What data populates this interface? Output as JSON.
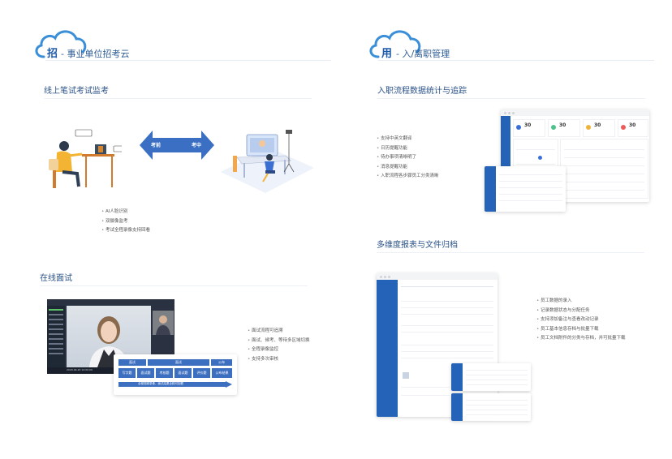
{
  "left_header": {
    "char": "招",
    "text": "- 事业单位招考云"
  },
  "right_header": {
    "char": "用",
    "text": "- 入/离职管理"
  },
  "exam_section": {
    "title": "线上笔试考试监考",
    "arrow_left": "考前",
    "arrow_right": "考中",
    "bullets": [
      "AI人脸识别",
      "双摄像监考",
      "考试全程录像支持回看"
    ]
  },
  "interview_section": {
    "title": "在线面试",
    "video_timestamp": "2020-04-20 14:00:09",
    "flow_top": [
      "面试",
      "面试",
      "公布"
    ],
    "flow_steps": [
      "写字题",
      "面试题",
      "考核题",
      "面试题",
      "评价题",
      "公布结果"
    ],
    "flow_caption": "全程视频录像，面试结果全程可回看",
    "bullets": [
      "面试流程可追溯",
      "面试、候考、等待多区域切换",
      "全程录像监控",
      "支持多次审核"
    ]
  },
  "onboarding_section": {
    "title": "入职流程数据统计与追踪",
    "bullets": [
      "支持中英文翻译",
      "日历提醒功能",
      "待办事项清晰明了",
      "消息提醒功能",
      "入职流程各步骤员工分类清晰"
    ],
    "stats": [
      "30",
      "30",
      "30",
      "30"
    ]
  },
  "report_section": {
    "title": "多维度报表与文件归档",
    "bullets": [
      "员工数据的录入",
      "记录数据状态与分配任务",
      "支持添加备注与查看改动记录",
      "员工基本信息存档与批量下载",
      "员工文档附件的分类与存档，并可批量下载"
    ]
  },
  "colors": {
    "primary": "#2563b8",
    "header_text": "#2c5b93",
    "arrow": "#3a6fc3"
  }
}
